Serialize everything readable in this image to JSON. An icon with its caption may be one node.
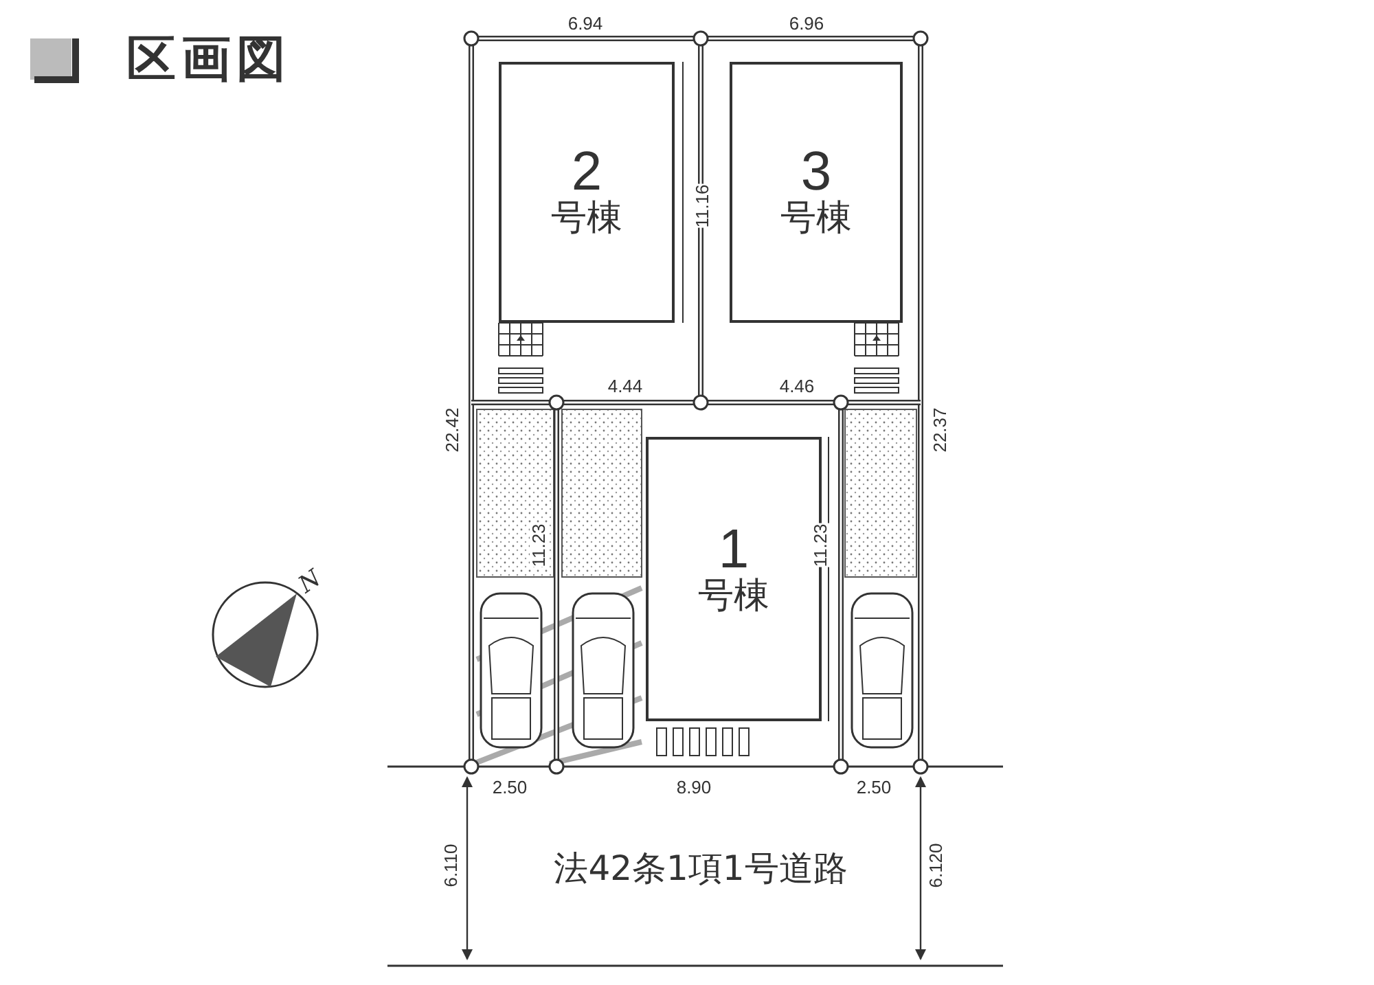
{
  "diagram": {
    "title": "区画図",
    "nodes": [
      {
        "text": [
          "2",
          "号棟"
        ]
      },
      {
        "text": [
          "3",
          "号棟"
        ]
      },
      {
        "text": [
          "1",
          "号棟"
        ]
      }
    ],
    "labels": [
      "6.94",
      "6.96",
      "11.16",
      "4.44",
      "4.46",
      "22.42",
      "22.37",
      "11.23",
      "11.23",
      "N",
      "2.50",
      "8.90",
      "2.50",
      "6.110",
      "法42条1項1号道路",
      "6.120"
    ]
  }
}
